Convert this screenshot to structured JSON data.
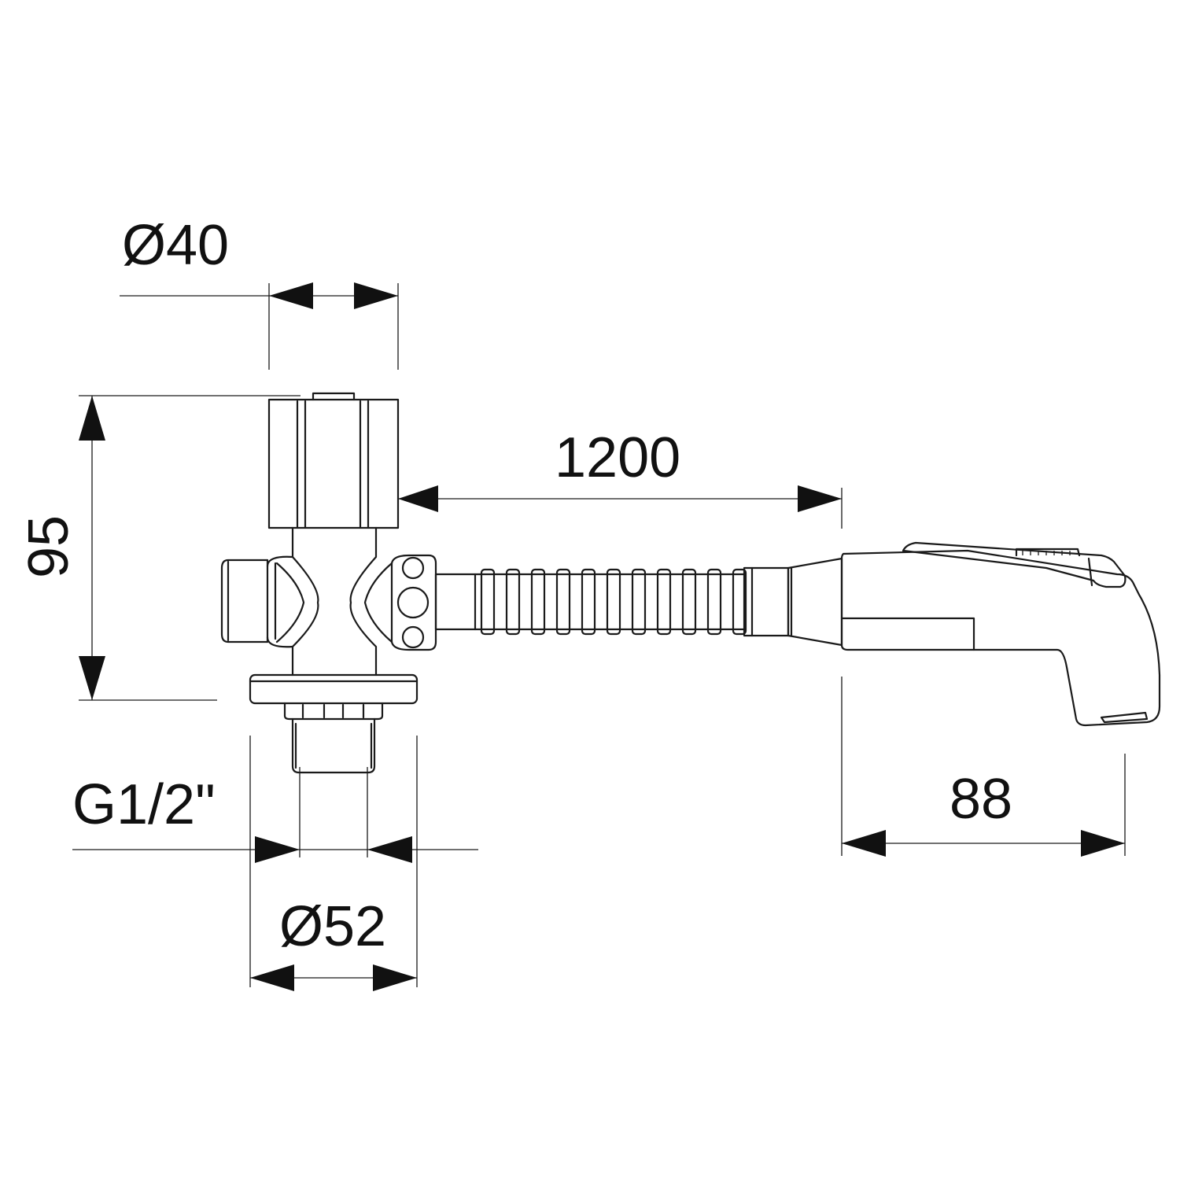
{
  "drawing": {
    "dimensions": {
      "dia_top": "Ø40",
      "height": "95",
      "hose_length": "1200",
      "thread": "G1/2\"",
      "dia_base": "Ø52",
      "handset_length": "88"
    }
  }
}
